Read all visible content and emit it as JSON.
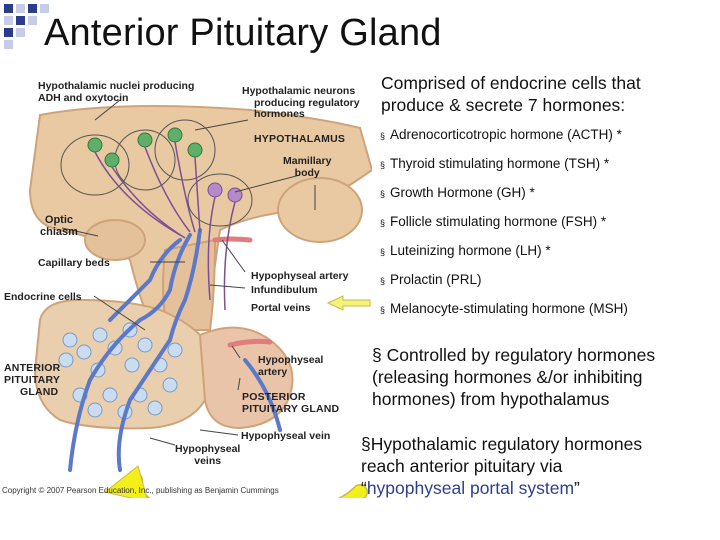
{
  "title": "Anterior Pituitary Gland",
  "intro": [
    "Comprised of endocrine cells that",
    "produce & secrete 7 hormones:"
  ],
  "hormones": [
    "Adrenocorticotropic hormone (ACTH) *",
    "Thyroid stimulating hormone (TSH) *",
    "Growth Hormone (GH) *",
    "Follicle stimulating hormone (FSH) *",
    "Luteinizing hormone (LH) *",
    "Prolactin (PRL)",
    "Melanocyte-stimulating hormone (MSH)"
  ],
  "bullet_glyph": "§",
  "controlled": [
    "§ Controlled by regulatory hormones",
    "(releasing hormones &/or inhibiting",
    "hormones) from hypothalamus"
  ],
  "hypo_text": {
    "line1": "§Hypothalamic regulatory hormones",
    "line2": "reach anterior pituitary via",
    "quote_open": "“",
    "term": "hypophyseal portal system",
    "quote_close": "”"
  },
  "diagram": {
    "labels": {
      "hyp_nuclei_1": "Hypothalamic nuclei producing",
      "hyp_nuclei_2": "ADH and oxytocin",
      "hyp_neurons_1": "Hypothalamic neurons",
      "hyp_neurons_2": "producing regulatory",
      "hyp_neurons_3": "hormones",
      "hypothalamus": "HYPOTHALAMUS",
      "mamillary_1": "Mamillary",
      "mamillary_2": "body",
      "optic_1": "Optic",
      "optic_2": "chiasm",
      "capillary": "Capillary beds",
      "endocrine": "Endocrine cells",
      "hyp_artery": "Hypophyseal artery",
      "infundibulum": "Infundibulum",
      "portal_veins": "Portal veins",
      "ant_pit_1": "ANTERIOR",
      "ant_pit_2": "PITUITARY",
      "ant_pit_3": "GLAND",
      "hyp_artery2_1": "Hypophyseal",
      "hyp_artery2_2": "artery",
      "post_pit_1": "POSTERIOR",
      "post_pit_2": "PITUITARY GLAND",
      "hyp_vein": "Hypophyseal vein",
      "hyp_veins_1": "Hypophyseal",
      "hyp_veins_2": "veins"
    },
    "copyright": "Copyright © 2007 Pearson Education, Inc., publishing as Benjamin Cummings"
  },
  "colors": {
    "corner_blue": "#2b3d8a",
    "corner_light": "#c8cce6",
    "tissue": "#e8c9a2",
    "tissue_dark": "#cfa37a",
    "vessel_blue": "#5b79c9",
    "artery_red": "#e07c7c",
    "neuron_green": "#5fae6a",
    "neuron_purple": "#b58ac9",
    "arrow_yellow": "#f2ef1a",
    "portal_text": "#2d3f8f"
  }
}
